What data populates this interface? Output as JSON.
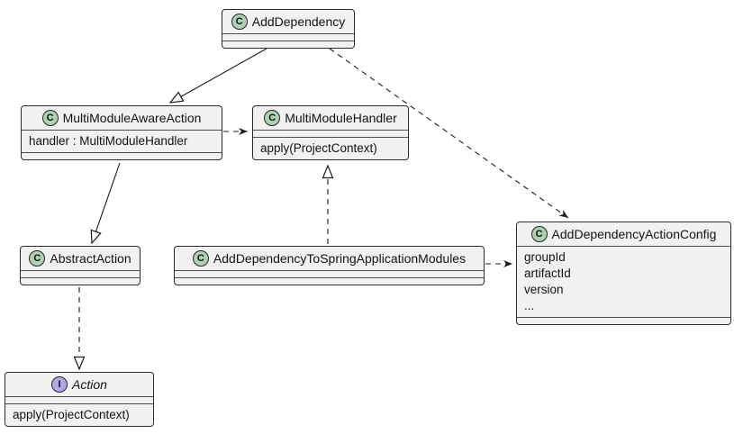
{
  "diagram": {
    "kind": "uml-class-diagram",
    "classes": [
      {
        "name": "AddDependency",
        "stereotype": "C",
        "fields": [],
        "methods": []
      },
      {
        "name": "MultiModuleAwareAction",
        "stereotype": "C",
        "fields": [
          "handler : MultiModuleHandler"
        ],
        "methods": []
      },
      {
        "name": "MultiModuleHandler",
        "stereotype": "C",
        "fields": [],
        "methods": [
          "apply(ProjectContext)"
        ]
      },
      {
        "name": "AbstractAction",
        "stereotype": "C",
        "fields": [],
        "methods": []
      },
      {
        "name": "AddDependencyToSpringApplicationModules",
        "stereotype": "C",
        "fields": [],
        "methods": []
      },
      {
        "name": "AddDependencyActionConfig",
        "stereotype": "C",
        "fields": [
          "groupId",
          "artifactId",
          "version",
          "..."
        ],
        "methods": []
      },
      {
        "name": "Action",
        "stereotype": "I",
        "italic": true,
        "fields": [],
        "methods": [
          "apply(ProjectContext)"
        ]
      }
    ],
    "relations": [
      {
        "from": "AddDependency",
        "to": "MultiModuleAwareAction",
        "type": "generalization",
        "line": "solid",
        "head": "hollow-triangle"
      },
      {
        "from": "AddDependency",
        "to": "AddDependencyActionConfig",
        "type": "dependency",
        "line": "dashed",
        "head": "open-arrow"
      },
      {
        "from": "MultiModuleAwareAction",
        "to": "MultiModuleHandler",
        "type": "dependency",
        "line": "dashed",
        "head": "open-arrow"
      },
      {
        "from": "MultiModuleAwareAction",
        "to": "AbstractAction",
        "type": "generalization",
        "line": "solid",
        "head": "hollow-triangle"
      },
      {
        "from": "AbstractAction",
        "to": "Action",
        "type": "realization",
        "line": "dashed",
        "head": "hollow-triangle"
      },
      {
        "from": "AddDependencyToSpringApplicationModules",
        "to": "MultiModuleHandler",
        "type": "realization",
        "line": "dashed",
        "head": "hollow-triangle"
      },
      {
        "from": "AddDependencyToSpringApplicationModules",
        "to": "AddDependencyActionConfig",
        "type": "dependency",
        "line": "dashed",
        "head": "open-arrow"
      }
    ]
  },
  "colors": {
    "background": "#ffffff",
    "box_fill": "#f1f1f1",
    "box_border": "#2b2b2b",
    "class_icon_fill": "#add1b2",
    "interface_icon_fill": "#b4a7e5",
    "icon_border": "#242424",
    "line": "#1c1c1c",
    "text": "#121212"
  }
}
